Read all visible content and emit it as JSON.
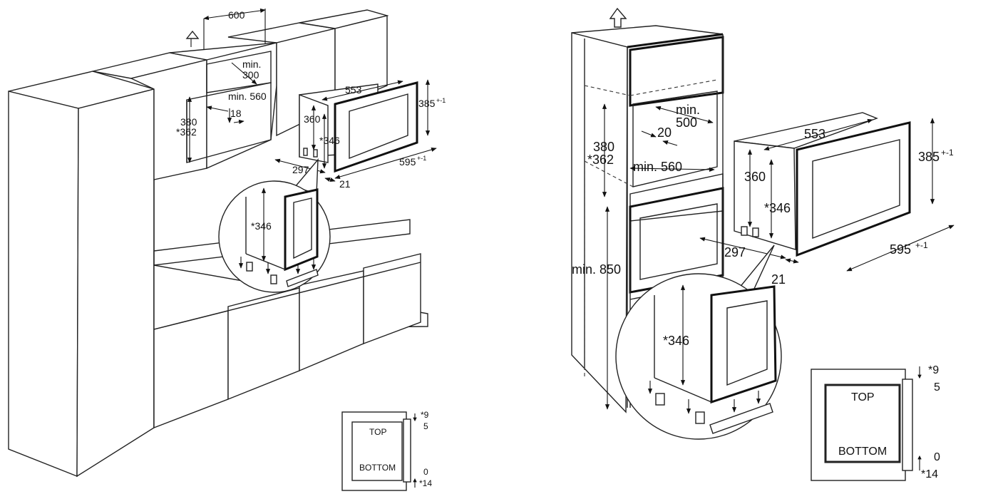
{
  "left_view": {
    "labels": {
      "w600": "600",
      "min300_a": "min.",
      "min300_b": "300",
      "min560": "min. 560",
      "d18": "18",
      "h380": "380",
      "h362": "*362",
      "d553": "553",
      "d360": "360",
      "d346": "*346",
      "d385": "385",
      "d385_tol": "+-1",
      "d297": "297",
      "d21": "21",
      "d595": "595",
      "d595_tol": "+-1",
      "detail346": "*346"
    },
    "vent_detail": {
      "top": "TOP",
      "bottom": "BOTTOM",
      "v9": "*9",
      "v5": "5",
      "v0": "0",
      "v14": "*14"
    }
  },
  "right_view": {
    "labels": {
      "min500_a": "min.",
      "min500_b": "500",
      "d20": "20",
      "h380": "380",
      "h362": "*362",
      "min560": "min. 560",
      "min850": "min. 850",
      "d553": "553",
      "d360": "360",
      "d346": "*346",
      "d385": "385",
      "d385_tol": "+-1",
      "d297": "297",
      "d21": "21",
      "d595": "595",
      "d595_tol": "+-1",
      "detail346": "*346"
    },
    "vent_detail": {
      "top": "TOP",
      "bottom": "BOTTOM",
      "v9": "*9",
      "v5": "5",
      "v0": "0",
      "v14": "*14"
    }
  }
}
